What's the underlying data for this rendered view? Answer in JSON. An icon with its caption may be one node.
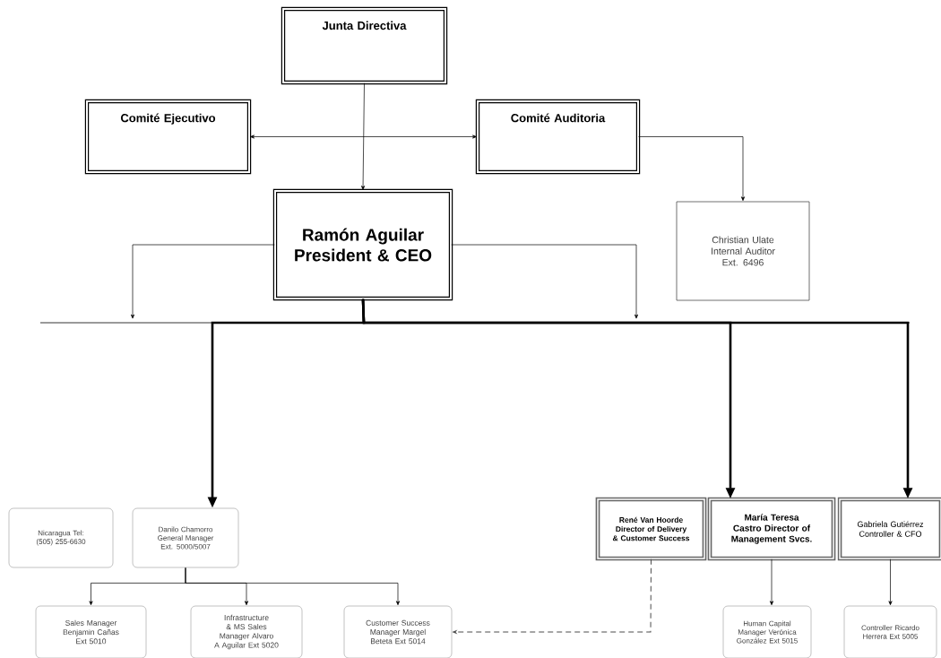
{
  "diagram": {
    "nodes": [
      {
        "text": [
          "Junta Directiva"
        ]
      },
      {
        "text": [
          "Comité Ejecutivo"
        ]
      },
      {
        "text": [
          "Comité Auditoria"
        ]
      },
      {
        "text": [
          "Ramón Aguilar President & CEO"
        ]
      },
      {
        "text": [
          "Christian Ulate Internal Auditor Ext. 6496"
        ]
      },
      {
        "text": [
          "Nicaragua Tel: (505) 255-6630"
        ]
      },
      {
        "text": [
          "Danilo Chamorro General Manager Ext. 5000/5007"
        ]
      },
      {
        "text": [
          "Sales Manager Benjamin Cañas Ext 5010"
        ]
      },
      {
        "text": [
          "Infrastructure & MS Sales Manager Alvaro A Aguilar Ext 5020"
        ]
      },
      {
        "text": [
          "Customer Success Manager Margel Beteta Ext 5014"
        ]
      },
      {
        "text": [
          "René Van Hoorde Director of Delivery & Customer Success"
        ]
      },
      {
        "text": [
          "María Teresa Castro Director of Management Svcs."
        ]
      },
      {
        "text": [
          "Gabriela Gutiérrez Controller & CFO"
        ]
      },
      {
        "text": [
          "Human Capital Manager Verónica González Ext 5015"
        ]
      },
      {
        "text": [
          "Controller Ricardo Herrera Ext 5005"
        ]
      }
    ],
    "edges": [
      {
        "from": 0,
        "to": 3,
        "arrow": "to"
      },
      {
        "from": 1,
        "to": 2,
        "arrow": "both"
      },
      {
        "from": 2,
        "to": 4,
        "arrow": "to"
      },
      {
        "from": 3,
        "to": null,
        "arrow": "to"
      },
      {
        "from": 3,
        "to": null,
        "arrow": "to"
      },
      {
        "from": 3,
        "to": 6,
        "arrow": "to",
        "style": "thick"
      },
      {
        "from": 3,
        "to": 11,
        "arrow": "to",
        "style": "thick"
      },
      {
        "from": 3,
        "to": 12,
        "arrow": "to",
        "style": "thick"
      },
      {
        "from": 6,
        "to": 7,
        "arrow": "to"
      },
      {
        "from": 6,
        "to": 8,
        "arrow": "to"
      },
      {
        "from": 6,
        "to": 9,
        "arrow": "to"
      },
      {
        "from": 10,
        "to": 9,
        "arrow": "to",
        "style": "dashed"
      },
      {
        "from": 11,
        "to": 13,
        "arrow": "to"
      },
      {
        "from": 12,
        "to": 14,
        "arrow": "to"
      }
    ]
  }
}
